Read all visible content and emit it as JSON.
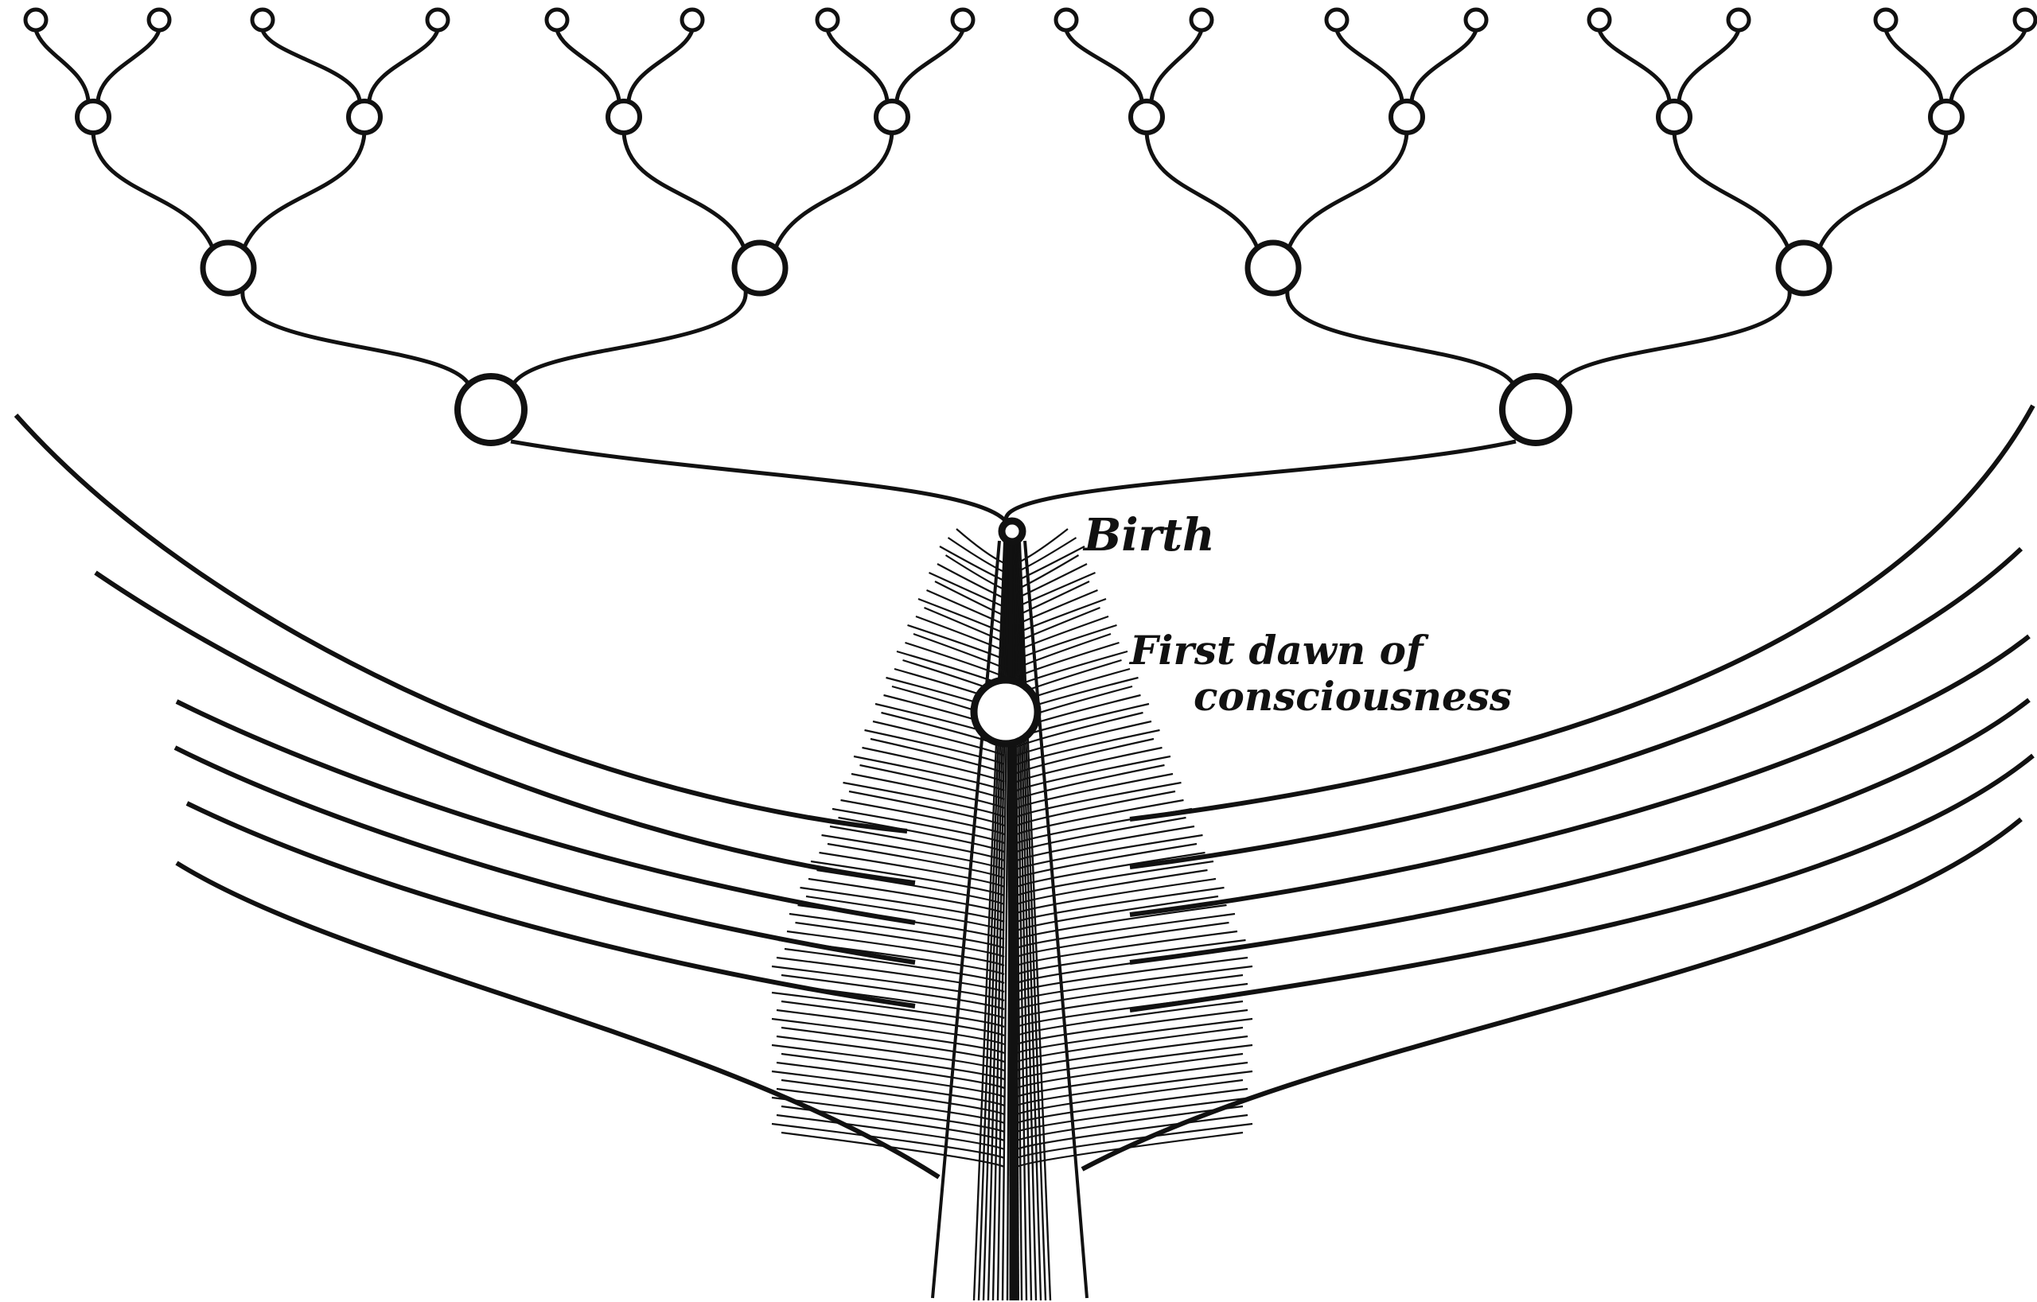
{
  "labels": {
    "birth": "Birth",
    "dawn_line1": "First dawn of",
    "dawn_line2": "consciousness"
  },
  "colors": {
    "ink": "#111111",
    "paper": "#ffffff"
  },
  "tree": {
    "generations_above_birth": 4,
    "ancestors_top_row": 16
  }
}
